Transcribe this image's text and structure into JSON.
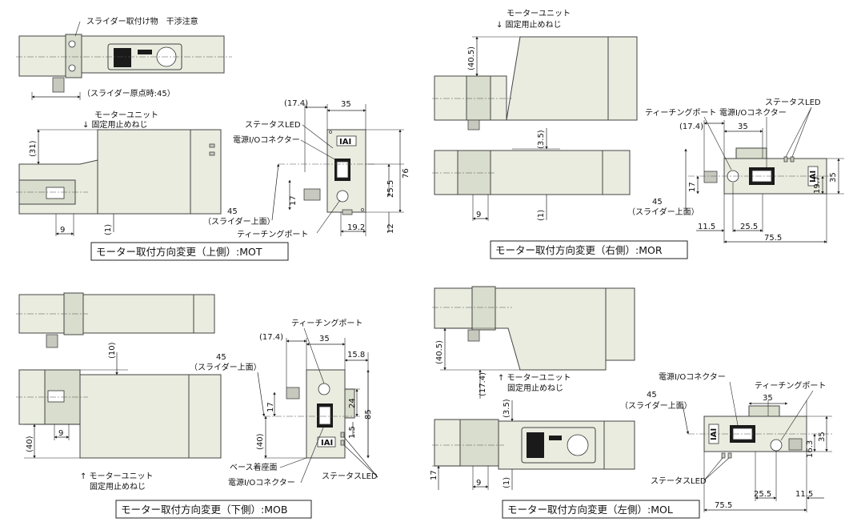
{
  "views": {
    "mot": {
      "caption": "モーター取付方向変更（上側）:MOT",
      "top_note": "スライダー取付け物　干渉注意",
      "origin_note": "（スライダー原点時:45）",
      "screw_note_l1": "モーターユニット",
      "screw_note_l2": "↓ 固定用止めねじ",
      "dim_31": "(31)",
      "dim_9": "9",
      "dim_1": "(1)",
      "dim_17_4": "(17.4)",
      "dim_35": "35",
      "status_led": "ステータスLED",
      "power_io": "電源I/Oコネクター",
      "slider_top_45": "45",
      "slider_top_label": "（スライダー上面）",
      "dim_17": "17",
      "dim_25_5": "25.5",
      "dim_76": "76",
      "dim_19_2": "19.2",
      "dim_12": "12",
      "teaching_port": "ティーチングポート",
      "logo": "IAI"
    },
    "mor": {
      "caption": "モーター取付方向変更（右側）:MOR",
      "screw_note_l1": "モーターユニット",
      "screw_note_l2": "↓ 固定用止めねじ",
      "dim_40_5": "(40.5)",
      "dim_3_5": "(3.5)",
      "dim_9": "9",
      "dim_1": "(1)",
      "teaching_port": "ティーチングポート",
      "power_io": "電源I/Oコネクター",
      "status_led": "ステータスLED",
      "dim_17_4": "(17.4)",
      "dim_35": "35",
      "slider_top_45": "45",
      "slider_top_label": "（スライダー上面）",
      "dim_17": "17",
      "dim_19_7": "19.7",
      "dim_35v": "35",
      "dim_11_5": "11.5",
      "dim_25_5": "25.5",
      "dim_75_5": "75.5",
      "logo": "IAI"
    },
    "mob": {
      "caption": "モーター取付方向変更（下側）:MOB",
      "dim_10": "(10)",
      "slider_top_45": "45",
      "slider_top_label": "（スライダー上面）",
      "dim_40": "(40)",
      "dim_9": "9",
      "screw_note_l1": "↑ モーターユニット",
      "screw_note_l2": "固定用止めねじ",
      "teaching_port": "ティーチングポート",
      "dim_17_4": "(17.4)",
      "dim_35": "35",
      "dim_15_8": "15.8",
      "dim_17": "17",
      "dim_24": "24",
      "dim_85": "85",
      "dim_1_5": "1.5",
      "dim_40b": "(40)",
      "base_face": "ベース着座面",
      "power_io": "電源I/Oコネクター",
      "status_led": "ステータスLED",
      "logo": "IAI"
    },
    "mol": {
      "caption": "モーター取付方向変更（左側）:MOL",
      "dim_40_5": "(40.5)",
      "dim_17_4": "(17.4)",
      "screw_note_l1": "↑ モーターユニット",
      "screw_note_l2": "固定用止めねじ",
      "dim_3_5": "(3.5)",
      "dim_17": "17",
      "dim_9": "9",
      "dim_1": "(1)",
      "power_io": "電源I/Oコネクター",
      "teaching_port": "ティーチングポート",
      "slider_top_45": "45",
      "slider_top_label": "（スライダー上面）",
      "dim_35": "35",
      "dim_16_3": "16.3",
      "dim_35v": "35",
      "status_led": "ステータスLED",
      "dim_25_5": "25.5",
      "dim_11_5": "11.5",
      "dim_75_5": "75.5",
      "logo": "IAI"
    }
  },
  "colors": {
    "body": "#e9ecdf",
    "body_dark": "#d9ddcd",
    "connector": "#1a1a1a",
    "line": "#222222"
  }
}
